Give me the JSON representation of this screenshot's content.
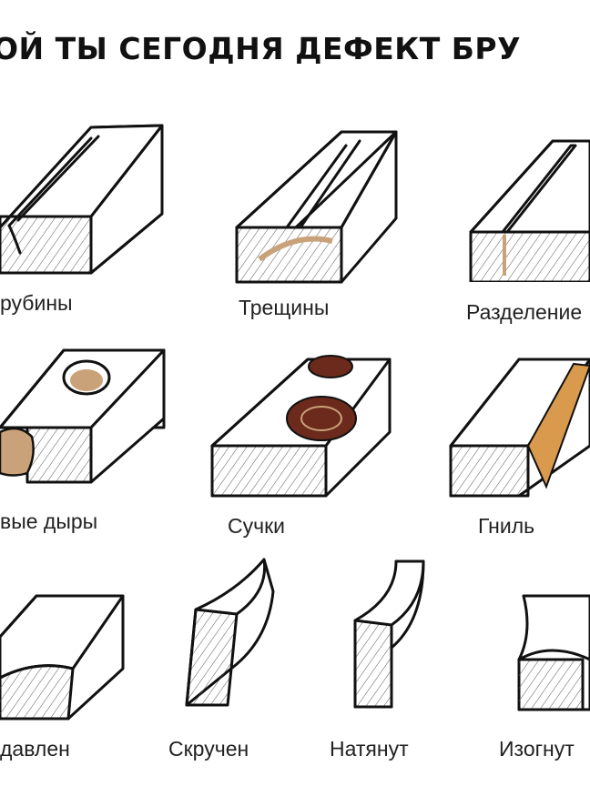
{
  "title": "ОЙ ТЫ СЕГОДНЯ ДЕФЕКТ БРУ",
  "defects": [
    {
      "label": "рубины"
    },
    {
      "label": "Трещины"
    },
    {
      "label": "Разделение"
    },
    {
      "label": "вые дыры"
    },
    {
      "label": "Сучки"
    },
    {
      "label": "Гниль"
    },
    {
      "label": "давлен"
    },
    {
      "label": "Скручен"
    },
    {
      "label": "Натянут"
    },
    {
      "label": "Изогнут"
    }
  ],
  "colors": {
    "ink": "#111111",
    "wood": "#c9a27a",
    "knot": "#6b2a1c",
    "rot": "#d99a4e"
  }
}
